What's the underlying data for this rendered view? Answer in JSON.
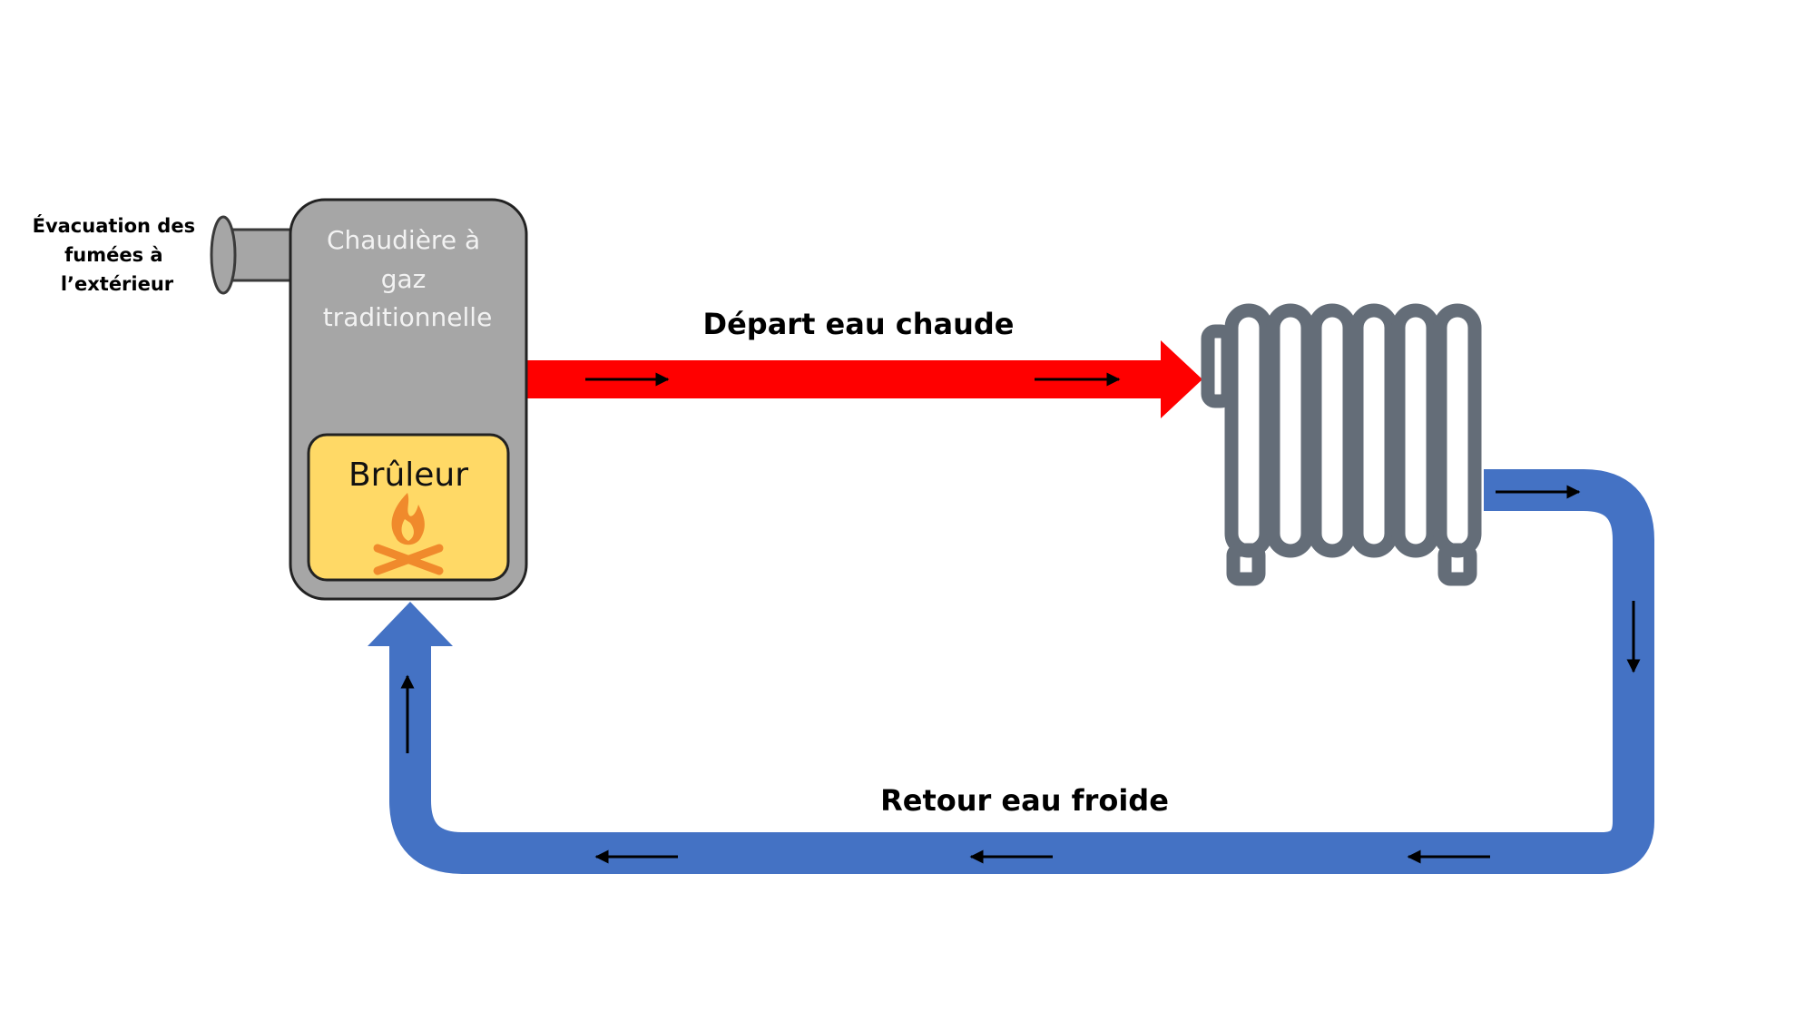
{
  "labels": {
    "exhaust": [
      "Évacuation des",
      "fumées à",
      "l’extérieur"
    ],
    "boiler": [
      "Chaudière à",
      "gaz",
      "traditionnelle"
    ],
    "burner": "Brûleur",
    "hot_supply": "Départ eau chaude",
    "cold_return": "Retour eau froide"
  },
  "icons": {
    "burner": "campfire-icon",
    "emitter": "radiator-icon",
    "flow": "arrow-icon"
  },
  "colors": {
    "hot_pipe": "#ff0000",
    "cold_pipe": "#4472c4",
    "boiler_body": "#a6a6a6",
    "burner_box": "#ffd966",
    "radiator": "#646d78",
    "flame": "#f08a2c"
  }
}
